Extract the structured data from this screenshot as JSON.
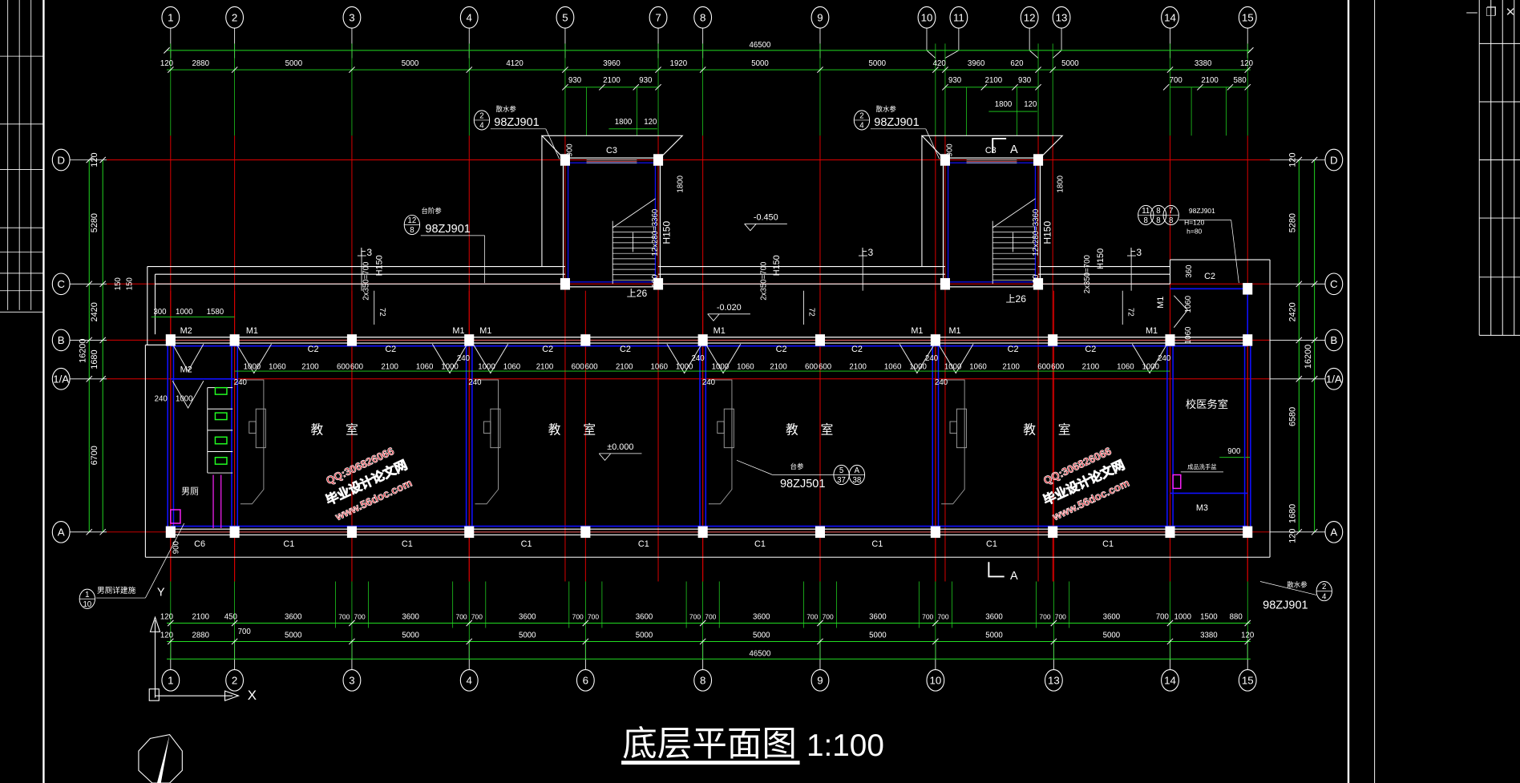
{
  "window_controls": {
    "minimize": "—",
    "restore": "❐",
    "close": "✕"
  },
  "axes_top": [
    "1",
    "2",
    "3",
    "4",
    "5",
    "7",
    "8",
    "9",
    "10",
    "11",
    "12",
    "13",
    "14",
    "15"
  ],
  "axes_bottom": [
    "1",
    "2",
    "3",
    "4",
    "6",
    "8",
    "9",
    "10",
    "13",
    "14",
    "15"
  ],
  "axes_left": [
    "D",
    "C",
    "B",
    "1/A",
    "A"
  ],
  "axes_right": [
    "D",
    "C",
    "B",
    "1/A",
    "A"
  ],
  "dims_top": {
    "total": "46500",
    "row1": [
      "120",
      "2880",
      "5000",
      "5000",
      "4120",
      "3960",
      "1920",
      "5000",
      "5000",
      "420",
      "3960",
      "620",
      "5000",
      "3380",
      "120"
    ],
    "stair_left": [
      "930",
      "2100",
      "930"
    ],
    "stair_right": [
      "930",
      "2100",
      "930"
    ],
    "clinic": [
      "700",
      "2100",
      "580"
    ],
    "stair_inner": [
      "1800",
      "120"
    ]
  },
  "dims_bottom": {
    "total": "46500",
    "row1_start": [
      "120",
      "2100",
      "450"
    ],
    "bay": "3600",
    "pier": "700",
    "row1_end": [
      "700",
      "1000",
      "1500",
      "880"
    ],
    "row2_start": [
      "120",
      "2880",
      "700"
    ],
    "bay2": "5000",
    "row2_end": [
      "3380",
      "120"
    ]
  },
  "dims_left": {
    "total": "16200",
    "segments": [
      "120",
      "5280",
      "2420",
      "1680",
      "6700"
    ],
    "canopy": [
      "150",
      "150"
    ]
  },
  "dims_right": {
    "total": "16200",
    "segments": [
      "120",
      "5280",
      "2420",
      "6580",
      "1680",
      "120"
    ],
    "clinic_width": "900",
    "clinic_door": [
      "360",
      "1060",
      "1060"
    ]
  },
  "corridor_dims": {
    "classroom": [
      "1000",
      "1060",
      "2100",
      "600",
      "600",
      "2100",
      "1060",
      "1000"
    ],
    "wall": "240",
    "toilet_top": [
      "300",
      "1000",
      "1580"
    ],
    "toilet_side": [
      "240",
      "1000"
    ],
    "stair_top": "900",
    "stair_height": "1800",
    "window_c6": "900"
  },
  "doors": {
    "m1": "M1",
    "m2": "M2",
    "m3": "M3"
  },
  "windows": {
    "c1": "C1",
    "c2": "C2",
    "c3": "C3",
    "c6": "C6"
  },
  "rooms": {
    "classroom_a": "教",
    "classroom_b": "室",
    "clinic": "校医务室",
    "toilet": "男厕",
    "washbasin": "成品洗手盆"
  },
  "elevations": [
    "-0.450",
    "-0.020",
    "±0.000"
  ],
  "refs": {
    "apron": "散水参",
    "steps": "台阶参",
    "steps_short": "台参",
    "std_901": "98ZJ901",
    "std_501": "98ZJ501",
    "toilet_detail": "男厕详建施",
    "ramp_h": "H=120",
    "ramp_h2": "h=80",
    "bubble_2": "2",
    "bubble_4": "4",
    "bubble_12": "12",
    "bubble_8": "8",
    "bubble_5": "5",
    "bubble_37": "37",
    "bubble_a": "A",
    "bubble_38": "38",
    "bubble_1": "1",
    "bubble_10": "10",
    "bubble_11": "11",
    "bubble_7": "7"
  },
  "stair": {
    "up26": "上26",
    "up3": "上3",
    "h150": "H150",
    "run": "12x280=3360",
    "steps": "2x350=700",
    "slope": "72",
    "run_small": "120"
  },
  "section_mark": "A",
  "ucs": {
    "x": "X",
    "y": "Y"
  },
  "title": {
    "name": "底层平面图",
    "scale": "1:100"
  },
  "watermark": {
    "site_cn": "毕业设计论文网",
    "url": "www.56doc.com",
    "qq": "QQ:306826066"
  },
  "colors": {
    "grid": "#e00000",
    "dim": "#22dd22",
    "wall": "#ffffff",
    "liner": "#1010ff",
    "fixture": "#ff22ff",
    "watermark": "#d8202a"
  }
}
